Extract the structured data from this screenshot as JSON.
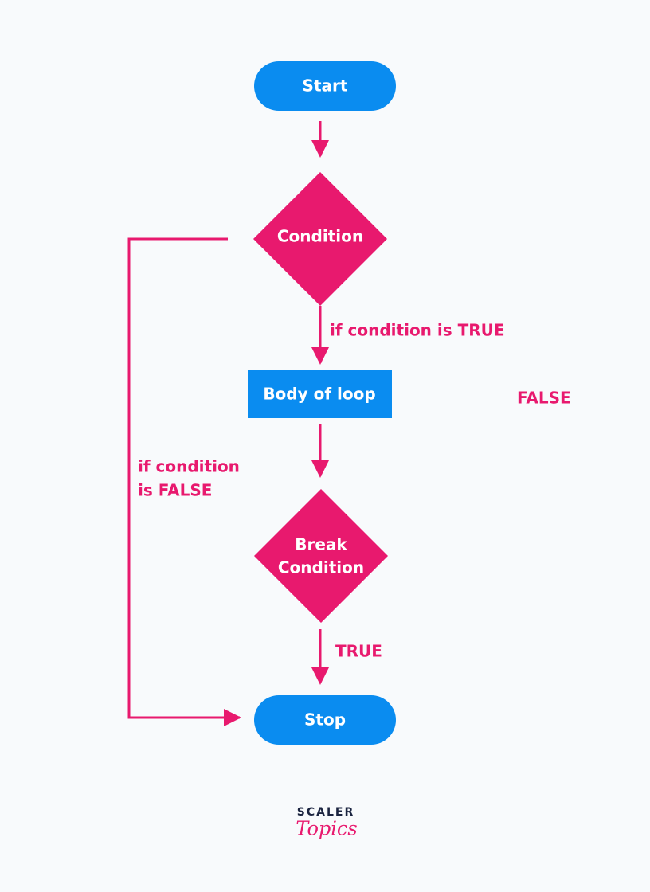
{
  "colors": {
    "background": "#f8fafc",
    "terminal_fill": "#0a8cf0",
    "process_fill": "#0a8cf0",
    "decision_fill": "#e8196e",
    "connector": "#e8196e",
    "label": "#e8196e",
    "node_text": "#ffffff",
    "brand_dark": "#1b2440"
  },
  "nodes": {
    "start": {
      "label": "Start",
      "shape": "terminal"
    },
    "condition": {
      "label": "Condition",
      "shape": "decision"
    },
    "body": {
      "label": "Body of loop",
      "shape": "process"
    },
    "break": {
      "label_line1": "Break",
      "label_line2": "Condition",
      "shape": "decision"
    },
    "stop": {
      "label": "Stop",
      "shape": "terminal"
    }
  },
  "edges": {
    "condition_true": "if condition is TRUE",
    "condition_false_line1": "if condition",
    "condition_false_line2": "is FALSE",
    "break_true": "TRUE",
    "break_false": "FALSE"
  },
  "brand": {
    "line1": "SCALER",
    "line2": "Topics"
  }
}
